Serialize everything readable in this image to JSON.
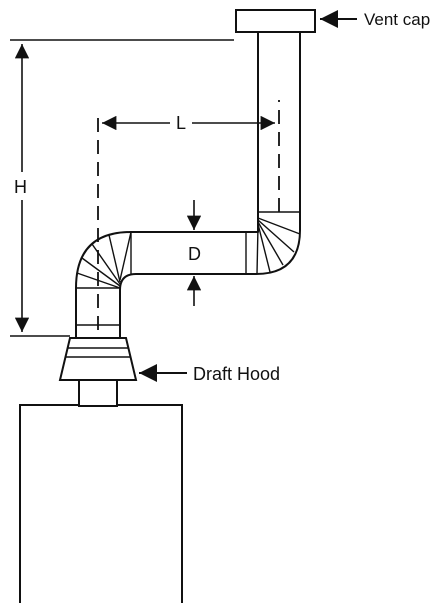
{
  "labels": {
    "vent_cap": "Vent cap",
    "draft_hood": "Draft Hood",
    "height": "H",
    "length": "L",
    "diameter": "D"
  }
}
